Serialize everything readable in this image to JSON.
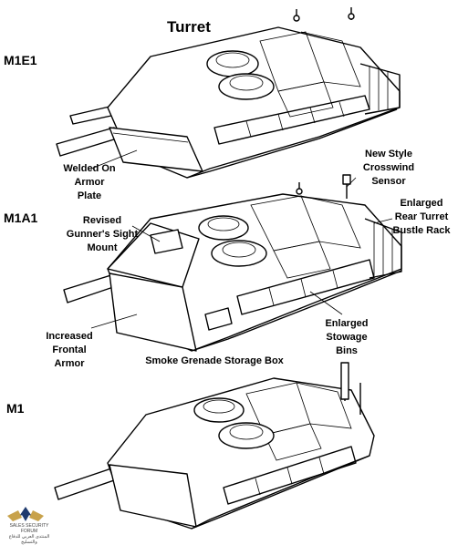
{
  "title": "Turret",
  "variants": {
    "m1e1": "M1E1",
    "m1a1": "M1A1",
    "m1": "M1"
  },
  "labels": {
    "welded_armor": "Welded On\nArmor\nPlate",
    "crosswind_sensor": "New Style\nCrosswind\nSensor",
    "bustle_rack": "Enlarged\nRear Turret\nBustle Rack",
    "gunners_sight": "Revised\nGunner's Sight\nMount",
    "frontal_armor": "Increased\nFrontal\nArmor",
    "stowage_bins": "Enlarged\nStowage\nBins",
    "smoke_box": "Smoke Grenade Storage Box"
  },
  "logo": {
    "text_line1": "SALES SECURITY FORUM",
    "text_line2": "المنتدى العربي للدفاع والتسليح"
  }
}
